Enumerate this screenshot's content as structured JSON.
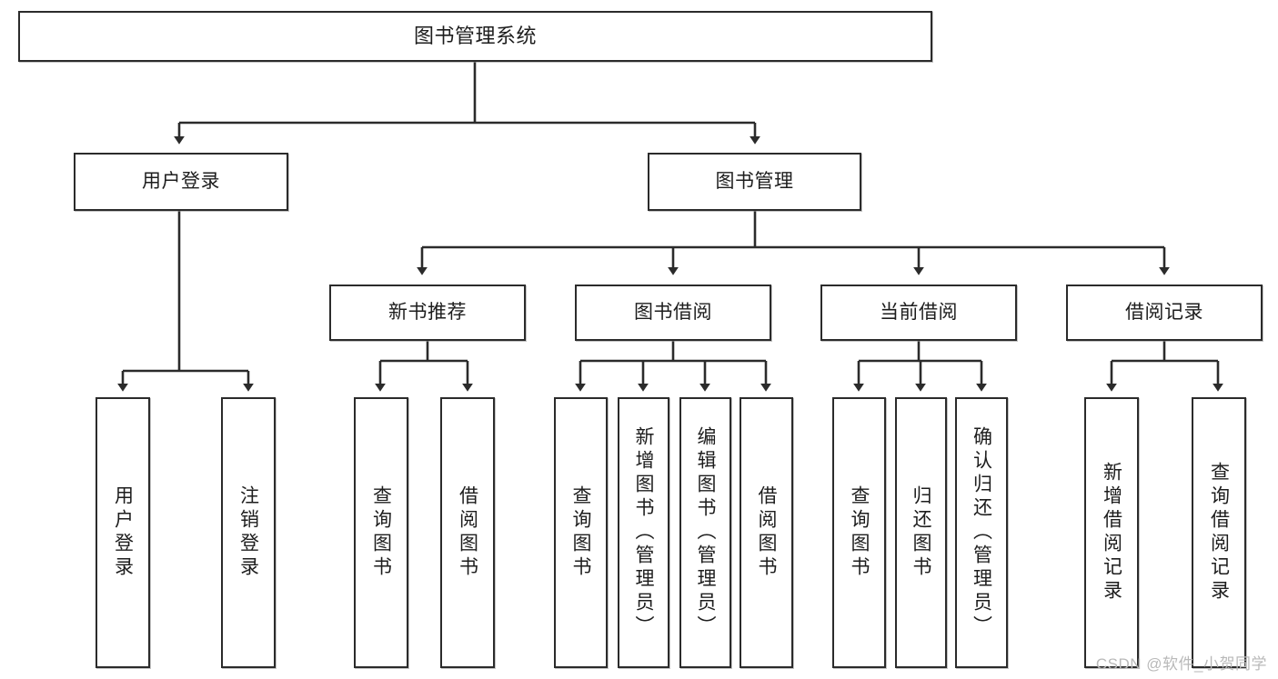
{
  "diagram": {
    "type": "tree",
    "title": "图书管理系统",
    "orientation": "top-down",
    "colors": {
      "node_border": "#2b2b2b",
      "node_fill": "#ffffff",
      "connector": "#2b2b2b",
      "text": "#1d1d1d",
      "watermark": "#b9b9b9"
    },
    "root": {
      "label": "图书管理系统"
    },
    "level1": [
      {
        "label": "用户登录"
      },
      {
        "label": "图书管理"
      }
    ],
    "level2": [
      {
        "label": "新书推荐"
      },
      {
        "label": "图书借阅"
      },
      {
        "label": "当前借阅"
      },
      {
        "label": "借阅记录"
      }
    ],
    "leaves": {
      "user_login": [
        {
          "label": "用户登录"
        },
        {
          "label": "注销登录"
        }
      ],
      "new_book_recommend": [
        {
          "label": "查询图书"
        },
        {
          "label": "借阅图书"
        }
      ],
      "book_borrow": [
        {
          "label": "查询图书"
        },
        {
          "label": "新增图书（管理员）"
        },
        {
          "label": "编辑图书（管理员）"
        },
        {
          "label": "借阅图书"
        }
      ],
      "current_borrow": [
        {
          "label": "查询图书"
        },
        {
          "label": "归还图书"
        },
        {
          "label": "确认归还（管理员）"
        }
      ],
      "borrow_record": [
        {
          "label": "新增借阅记录"
        },
        {
          "label": "查询借阅记录"
        }
      ]
    }
  },
  "watermark": {
    "text": "CSDN @软件_小贺同学"
  }
}
